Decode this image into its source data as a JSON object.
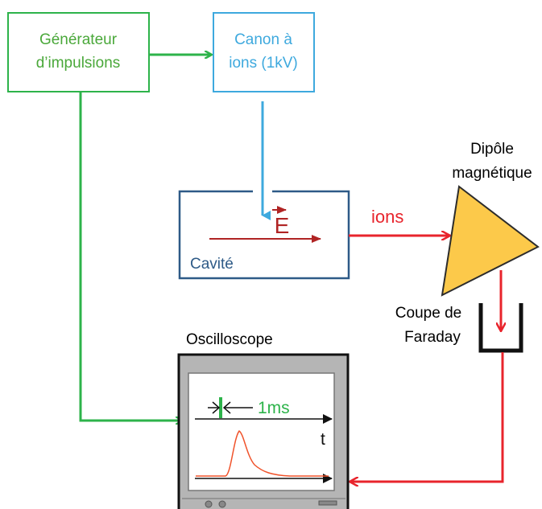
{
  "generator": {
    "line1": "Générateur",
    "line2": "d’impulsions"
  },
  "ion_gun": {
    "line1": "Canon à",
    "line2": "ions (1kV)"
  },
  "cavity": {
    "label": "Cavité",
    "field_symbol": "E"
  },
  "ions_label": "ions",
  "dipole": {
    "line1": "Dipôle",
    "line2": "magnétique"
  },
  "faraday_cup": {
    "line1": "Coupe de",
    "line2": "Faraday"
  },
  "oscilloscope": {
    "title": "Oscilloscope",
    "pulse_width_label": "1ms",
    "time_axis_label": "t"
  },
  "colors": {
    "green": "#2db34a",
    "green_text": "#4aa83a",
    "blue": "#3ea9de",
    "dark_blue": "#2e5a87",
    "red": "#e8242c",
    "dark_red": "#b02424",
    "yellow": "#fcc94a",
    "orange_trace": "#f0532b"
  }
}
